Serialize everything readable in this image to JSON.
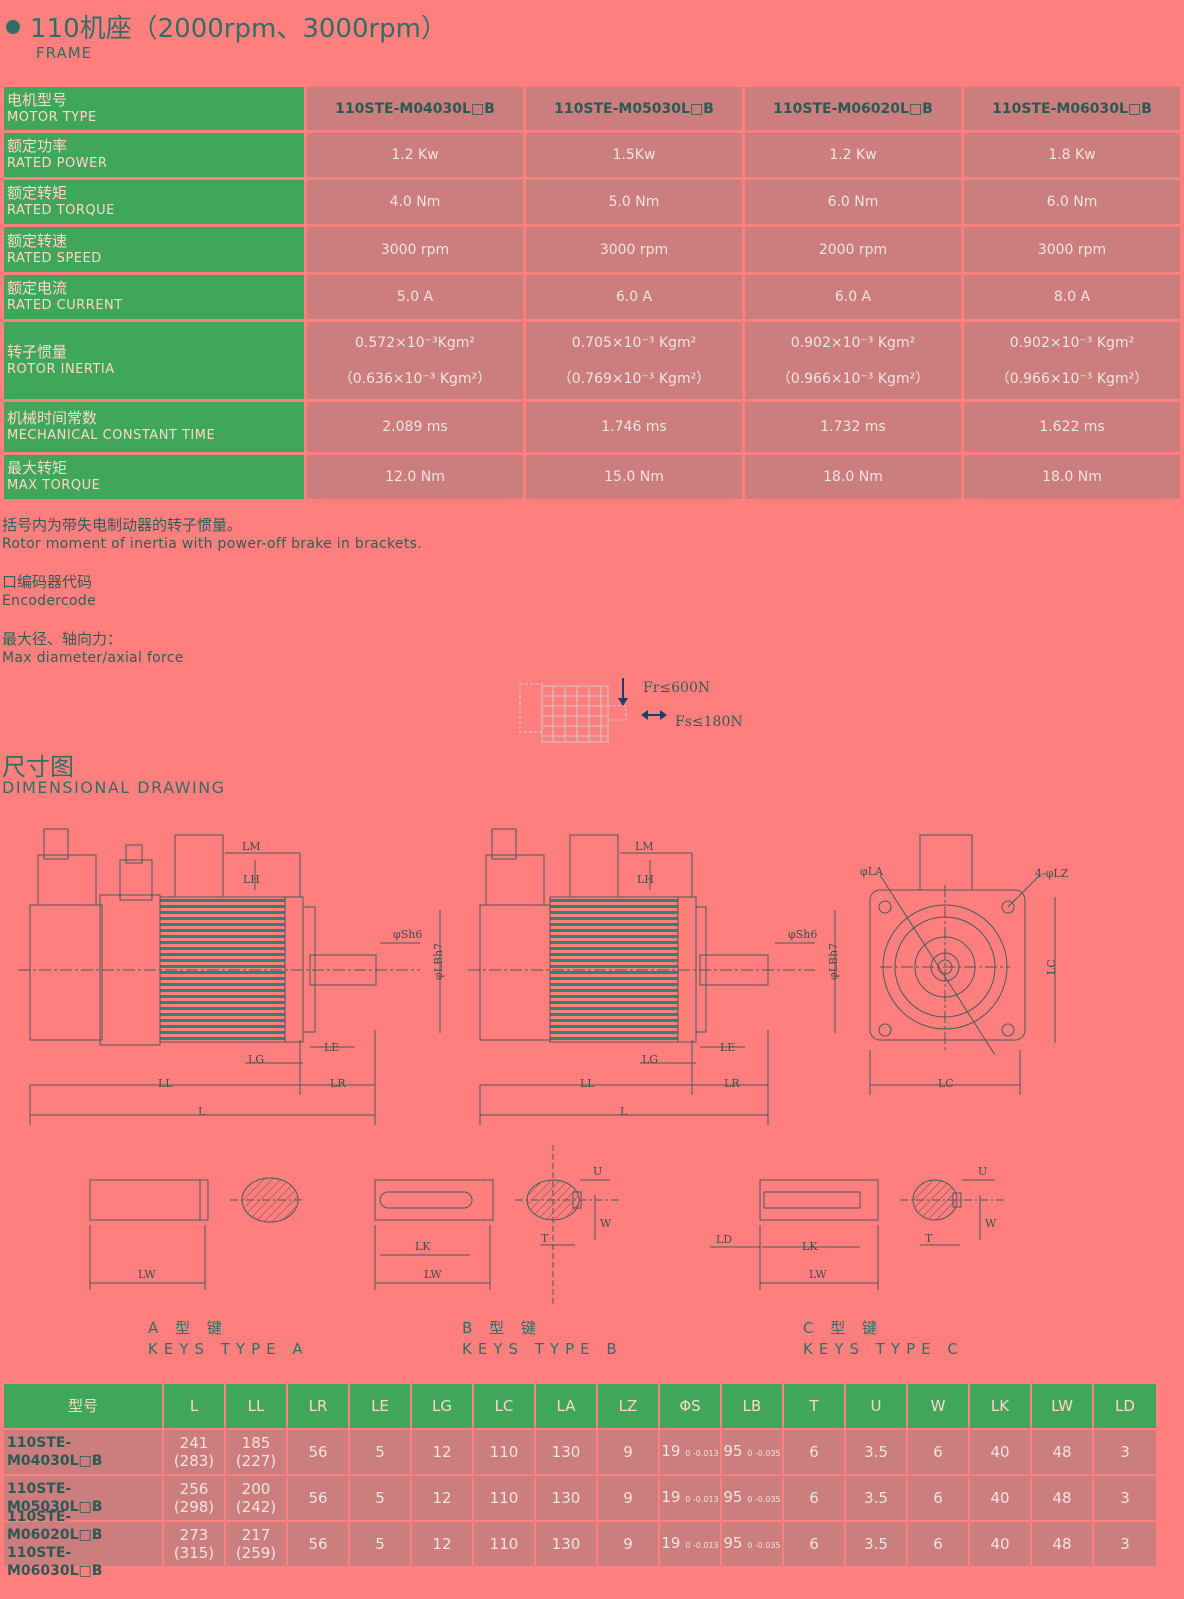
{
  "header": {
    "title": "110机座（2000rpm、3000rpm）",
    "subtitle": "FRAME"
  },
  "spec_table": {
    "header": {
      "zh": "电机型号",
      "en": "MOTOR TYPE",
      "models": [
        "110STE-M04030L□B",
        "110STE-M05030L□B",
        "110STE-M06020L□B",
        "110STE-M06030L□B"
      ]
    },
    "rows": [
      {
        "zh": "额定功率",
        "en": "RATED POWER",
        "values": [
          "1.2 Kw",
          "1.5Kw",
          "1.2 Kw",
          "1.8 Kw"
        ]
      },
      {
        "zh": "额定转矩",
        "en": "RATED TORQUE",
        "values": [
          "4.0 Nm",
          "5.0 Nm",
          "6.0 Nm",
          "6.0 Nm"
        ]
      },
      {
        "zh": "额定转速",
        "en": "RATED SPEED",
        "values": [
          "3000 rpm",
          "3000 rpm",
          "2000 rpm",
          "3000 rpm"
        ]
      },
      {
        "zh": "额定电流",
        "en": "RATED CURRENT",
        "values": [
          "5.0 A",
          "6.0 A",
          "6.0 A",
          "8.0 A"
        ]
      },
      {
        "zh": "转子惯量",
        "en": "ROTOR INERTIA",
        "values": [
          "0.572×10⁻³Kgm²",
          "0.705×10⁻³ Kgm²",
          "0.902×10⁻³ Kgm²",
          "0.902×10⁻³ Kgm²"
        ],
        "values_brake": [
          "（0.636×10⁻³ Kgm²）",
          "（0.769×10⁻³ Kgm²）",
          "（0.966×10⁻³ Kgm²）",
          "（0.966×10⁻³ Kgm²）"
        ]
      },
      {
        "zh": "机械时间常数",
        "en": "MECHANICAL CONSTANT TIME",
        "values": [
          "2.089 ms",
          "1.746 ms",
          "1.732 ms",
          "1.622 ms"
        ]
      },
      {
        "zh": "最大转矩",
        "en": "MAX TORQUE",
        "values": [
          "12.0 Nm",
          "15.0 Nm",
          "18.0 Nm",
          "18.0 Nm"
        ]
      }
    ]
  },
  "notes": {
    "brake_zh": "括号内为带失电制动器的转子惯量。",
    "brake_en": "Rotor moment of inertia with power-off brake in brackets.",
    "encoder_zh": "口编码器代码",
    "encoder_en": "Encodercode",
    "force_zh": "最大径、轴向力：",
    "force_en": "Max diameter/axial force"
  },
  "force_diagram": {
    "fr": "Fr≤600N",
    "fs": "Fs≤180N"
  },
  "dimensional": {
    "title": "尺寸图",
    "subtitle": "DIMENSIONAL DRAWING",
    "labels": {
      "lm": "LM",
      "lh": "LH",
      "sh6": "φSh6",
      "lbh7": "φLBh7",
      "lg": "LG",
      "le": "LE",
      "ll": "LL",
      "lr": "LR",
      "l": "L",
      "la": "φLA",
      "lz": "4-φLZ",
      "lc": "LC",
      "u": "U",
      "w": "W",
      "t": "T",
      "lk": "LK",
      "lw": "LW",
      "ld": "LD"
    },
    "keys": [
      {
        "zh": "A 型 键",
        "en": "KEYS TYPE A"
      },
      {
        "zh": "B 型 键",
        "en": "KEYS TYPE B"
      },
      {
        "zh": "C 型 键",
        "en": "KEYS TYPE C"
      }
    ]
  },
  "dim_table": {
    "headers": [
      "型号",
      "L",
      "LL",
      "LR",
      "LE",
      "LG",
      "LC",
      "LA",
      "LZ",
      "ΦS",
      "LB",
      "T",
      "U",
      "W",
      "LK",
      "LW",
      "LD"
    ],
    "rows": [
      {
        "model": [
          "110STE-M04030L□B"
        ],
        "L": [
          "241",
          "(283)"
        ],
        "LL": [
          "185",
          "(227)"
        ],
        "LR": "56",
        "LE": "5",
        "LG": "12",
        "LC": "110",
        "LA": "130",
        "LZ": "9",
        "S": "19",
        "S_tol": "0 -0.013",
        "LB": "95",
        "LB_tol": "0 -0.035",
        "T": "6",
        "U": "3.5",
        "W": "6",
        "LK": "40",
        "LW": "48",
        "LD": "3"
      },
      {
        "model": [
          "110STE-M05030L□B"
        ],
        "L": [
          "256",
          "(298)"
        ],
        "LL": [
          "200",
          "(242)"
        ],
        "LR": "56",
        "LE": "5",
        "LG": "12",
        "LC": "110",
        "LA": "130",
        "LZ": "9",
        "S": "19",
        "S_tol": "0 -0.013",
        "LB": "95",
        "LB_tol": "0 -0.035",
        "T": "6",
        "U": "3.5",
        "W": "6",
        "LK": "40",
        "LW": "48",
        "LD": "3"
      },
      {
        "model": [
          "110STE-M06020L□B",
          "110STE-M06030L□B"
        ],
        "L": [
          "273",
          "(315)"
        ],
        "LL": [
          "217",
          "(259)"
        ],
        "LR": "56",
        "LE": "5",
        "LG": "12",
        "LC": "110",
        "LA": "130",
        "LZ": "9",
        "S": "19",
        "S_tol": "0 -0.013",
        "LB": "95",
        "LB_tol": "0 -0.035",
        "T": "6",
        "U": "3.5",
        "W": "6",
        "LK": "40",
        "LW": "48",
        "LD": "3"
      }
    ]
  }
}
